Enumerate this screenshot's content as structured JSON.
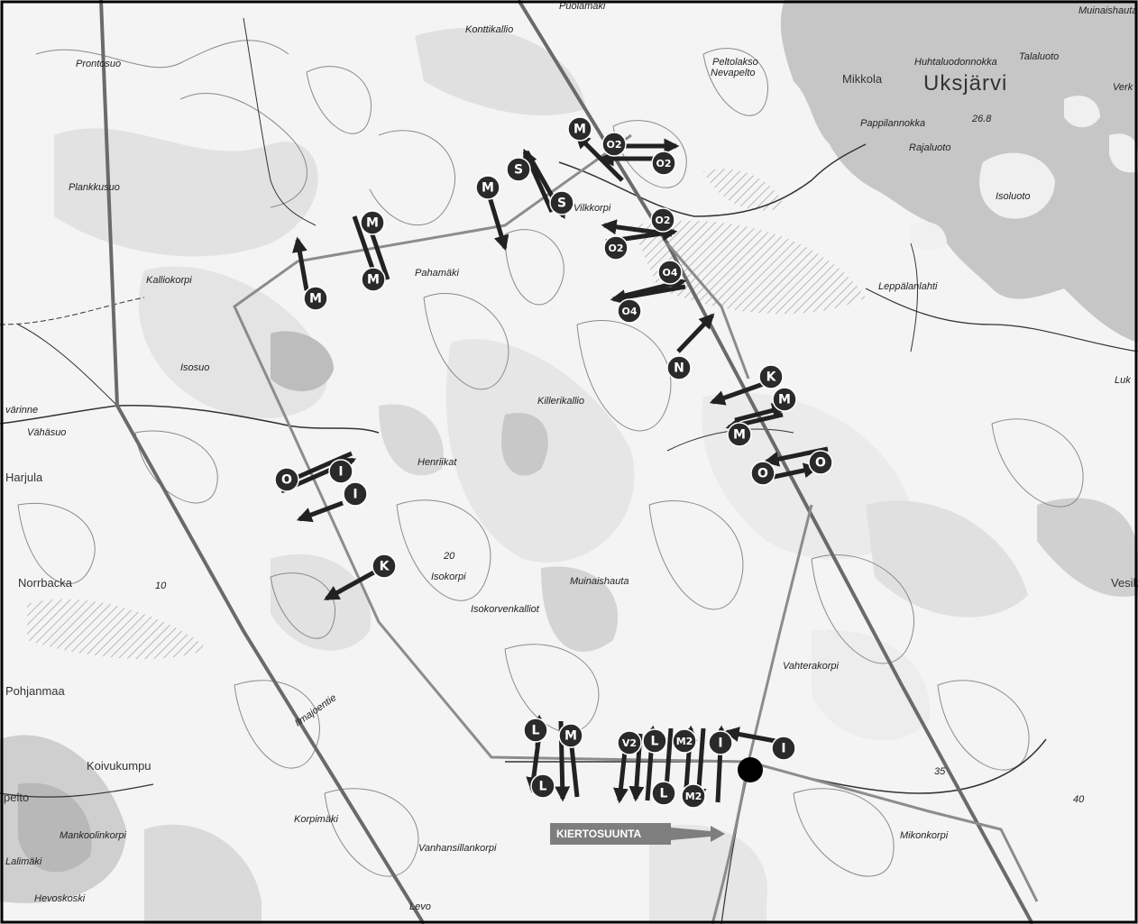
{
  "map": {
    "place_names": [
      {
        "text": "Konttikallio",
        "kind": "small"
      },
      {
        "text": "Puolamäki",
        "kind": "small"
      },
      {
        "text": "Peltolakso",
        "kind": "small"
      },
      {
        "text": "Nevapelto",
        "kind": "small"
      },
      {
        "text": "Muinaishauta",
        "kind": "small"
      },
      {
        "text": "Huhtaluodonnokka",
        "kind": "small"
      },
      {
        "text": "Talaluoto",
        "kind": "small"
      },
      {
        "text": "Mikkola",
        "kind": "plain"
      },
      {
        "text": "Uksjärvi",
        "kind": "lake"
      },
      {
        "text": "Verk",
        "kind": "small"
      },
      {
        "text": "Pappilannokka",
        "kind": "small"
      },
      {
        "text": "26.8",
        "kind": "small"
      },
      {
        "text": "Rajaluoto",
        "kind": "small"
      },
      {
        "text": "Isoluoto",
        "kind": "small"
      },
      {
        "text": "Prontosuo",
        "kind": "small"
      },
      {
        "text": "Plankkusuo",
        "kind": "small"
      },
      {
        "text": "Kalliokorpi",
        "kind": "small"
      },
      {
        "text": "Pahamäki",
        "kind": "small"
      },
      {
        "text": "Vilkkorpi",
        "kind": "small"
      },
      {
        "text": "Leppälanlahti",
        "kind": "small"
      },
      {
        "text": "Isosuo",
        "kind": "small"
      },
      {
        "text": "Killerikallio",
        "kind": "small"
      },
      {
        "text": "Luk",
        "kind": "small"
      },
      {
        "text": "värinne",
        "kind": "small"
      },
      {
        "text": "Vähäsuo",
        "kind": "small"
      },
      {
        "text": "Harjula",
        "kind": "plain"
      },
      {
        "text": "Henriikat",
        "kind": "small"
      },
      {
        "text": "Isokorpi",
        "kind": "small"
      },
      {
        "text": "Muinaishauta",
        "kind": "small"
      },
      {
        "text": "Isokorvenkalliot",
        "kind": "small"
      },
      {
        "text": "Norrbacka",
        "kind": "plain"
      },
      {
        "text": "Vesik",
        "kind": "plain"
      },
      {
        "text": "Vahterakorpi",
        "kind": "small"
      },
      {
        "text": "Pohjanmaa",
        "kind": "plain"
      },
      {
        "text": "Koivukumpu",
        "kind": "plain"
      },
      {
        "text": "pelto",
        "kind": "plain"
      },
      {
        "text": "Korpimäki",
        "kind": "small"
      },
      {
        "text": "Mankoolinkorpi",
        "kind": "small"
      },
      {
        "text": "Vanhansillankorpi",
        "kind": "small"
      },
      {
        "text": "Mikonkorpi",
        "kind": "small"
      },
      {
        "text": "Hevoskoski",
        "kind": "small"
      },
      {
        "text": "Levo",
        "kind": "small"
      },
      {
        "text": "Lalimäki",
        "kind": "small"
      },
      {
        "text": "20",
        "kind": "small"
      },
      {
        "text": "10",
        "kind": "small"
      },
      {
        "text": "35",
        "kind": "small"
      },
      {
        "text": "40",
        "kind": "small"
      },
      {
        "text": "Ilmajoentie",
        "kind": "small"
      }
    ],
    "markers": [
      "M",
      "O2",
      "O2",
      "S",
      "S",
      "M",
      "M",
      "M",
      "M",
      "O2",
      "O2",
      "O4",
      "O4",
      "N",
      "K",
      "M",
      "M",
      "O",
      "O",
      "I",
      "O",
      "I",
      "K",
      "L",
      "M",
      "L",
      "V2",
      "L",
      "M2",
      "L",
      "M2",
      "I",
      "I"
    ],
    "kiertosuunta_label": "KIERTOSUUNTA"
  }
}
